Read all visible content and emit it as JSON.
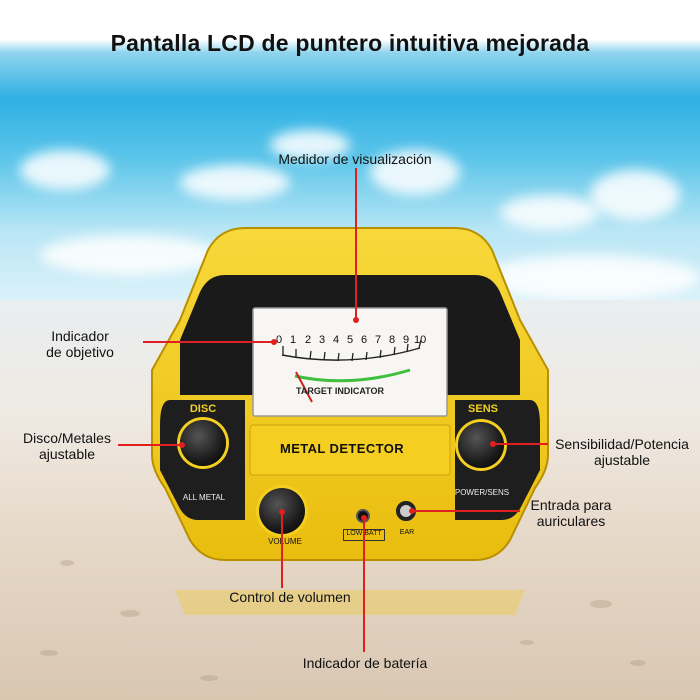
{
  "title": "Pantalla LCD de puntero intuitiva mejorada",
  "labels": {
    "display_meter": "Medidor de visualización",
    "target_indicator_line1": "Indicador",
    "target_indicator_line2": "de objetivo",
    "disc_line1": "Disco/Metales",
    "disc_line2": "ajustable",
    "sens_line1": "Sensibilidad/Potencia",
    "sens_line2": "ajustable",
    "headphone_line1": "Entrada para",
    "headphone_line2": "auriculares",
    "volume": "Control de volumen",
    "battery": "Indicador de batería"
  },
  "device": {
    "brand_label": "METAL DETECTOR",
    "meter_caption": "TARGET INDICATOR",
    "meter_scale": [
      "0",
      "1",
      "2",
      "3",
      "4",
      "5",
      "6",
      "7",
      "8",
      "9",
      "10"
    ],
    "meter_needle_value": 0,
    "disc_label": "DISC",
    "disc_sub": "ALL METAL",
    "sens_label": "SENS",
    "sens_sub": "POWER/SENS",
    "volume_sub": "VOLUME",
    "battery_sub": "LOW BATT",
    "ear_sub": "EAR"
  },
  "colors": {
    "body_yellow": "#f6cf1a",
    "body_dark": "#1a1a1a",
    "annotation_red": "#e02020",
    "meter_face": "#f7f6f2",
    "meter_green": "#3fbf3f"
  }
}
